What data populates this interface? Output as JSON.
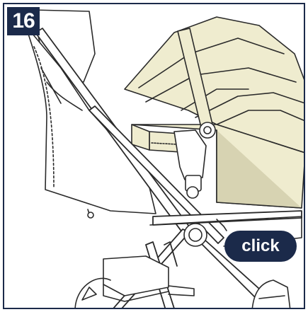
{
  "step": {
    "number": "16"
  },
  "callout": {
    "label": "click"
  },
  "colors": {
    "navy": "#1b2a4a",
    "fabric": "#efeccf",
    "fabric_dark": "#d7d3b2",
    "outline": "#2a2a2a",
    "background": "#ffffff"
  },
  "illustration": {
    "subject": "stroller-with-carrycot-attached",
    "icon": "stroller-illustration"
  }
}
